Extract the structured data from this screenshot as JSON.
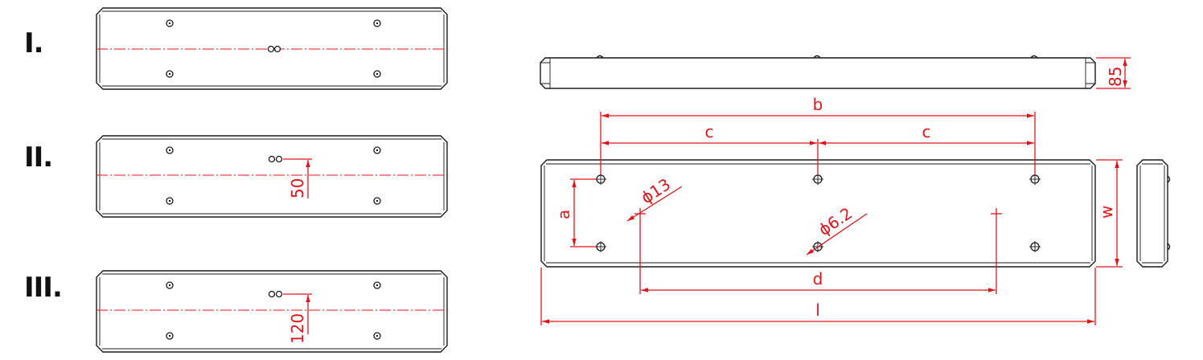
{
  "variants": [
    {
      "label": "I."
    },
    {
      "label": "II.",
      "offset_dim": "50"
    },
    {
      "label": "III.",
      "offset_dim": "120"
    }
  ],
  "dimensions": {
    "height": "85",
    "b": "b",
    "c_left": "c",
    "c_right": "c",
    "a": "a",
    "hole_large": "ϕ13",
    "hole_small": "ϕ6.2",
    "w": "w",
    "d": "d",
    "l": "l"
  },
  "colors": {
    "dimension": "#e0151b",
    "outline": "#1a1a1a"
  }
}
